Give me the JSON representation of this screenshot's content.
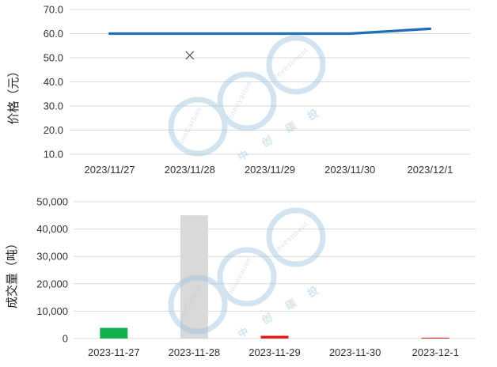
{
  "chart_data": [
    {
      "type": "line",
      "categories": [
        "2023/11/27",
        "2023/11/28",
        "2023/11/29",
        "2023/11/30",
        "2023/12/1"
      ],
      "series": [
        {
          "values": [
            60,
            60,
            60,
            60,
            62
          ],
          "color": "#1f6eb6"
        }
      ],
      "markers": [
        {
          "category": "2023/11/28",
          "value": 51,
          "symbol": "x"
        }
      ],
      "ylabel": "价格（元）",
      "ylim": [
        10,
        70
      ],
      "yticks": [
        "70.0",
        "60.0",
        "50.0",
        "40.0",
        "30.0",
        "20.0",
        "10.0"
      ],
      "grid": true
    },
    {
      "type": "bar",
      "categories": [
        "2023-11-27",
        "2023-11-28",
        "2023-11-29",
        "2023-11-30",
        "2023-12-1"
      ],
      "values": [
        3900,
        45000,
        1000,
        0,
        300
      ],
      "bar_colors": [
        "#12b04e",
        "#d9d9d9",
        "#e31a1c",
        "#e31a1c",
        "#e31a1c"
      ],
      "ylabel": "成交量（吨）",
      "ylim": [
        0,
        50000
      ],
      "yticks": [
        "50,000",
        "40,000",
        "30,000",
        "20,000",
        "10,000",
        "0"
      ],
      "grid": true
    }
  ],
  "watermark": {
    "text_en_1": "SinoCarbon",
    "text_en_2": "Innovation",
    "text_en_3": "Investment",
    "text_cn": [
      "中",
      "创",
      "碳",
      "投"
    ],
    "color": "#9ec4e0"
  }
}
